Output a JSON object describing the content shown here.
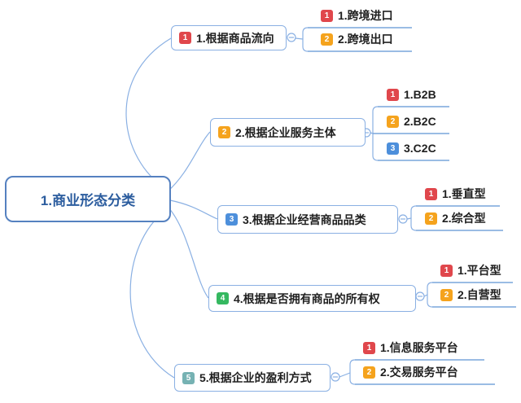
{
  "root": {
    "label": "1.商业形态分类"
  },
  "branches": [
    {
      "badge": "1",
      "label": "1.根据商品流向",
      "children": [
        {
          "badge": "1",
          "label": "1.跨境进口"
        },
        {
          "badge": "2",
          "label": "2.跨境出口"
        }
      ]
    },
    {
      "badge": "2",
      "label": "2.根据企业服务主体",
      "children": [
        {
          "badge": "1",
          "label": "1.B2B"
        },
        {
          "badge": "2",
          "label": "2.B2C"
        },
        {
          "badge": "3",
          "label": "3.C2C"
        }
      ]
    },
    {
      "badge": "3",
      "label": "3.根据企业经营商品品类",
      "children": [
        {
          "badge": "1",
          "label": "1.垂直型"
        },
        {
          "badge": "2",
          "label": "2.综合型"
        }
      ]
    },
    {
      "badge": "4",
      "label": "4.根据是否拥有商品的所有权",
      "children": [
        {
          "badge": "1",
          "label": "1.平台型"
        },
        {
          "badge": "2",
          "label": "2.自营型"
        }
      ]
    },
    {
      "badge": "5",
      "label": "5.根据企业的盈利方式",
      "children": [
        {
          "badge": "1",
          "label": "1.信息服务平台"
        },
        {
          "badge": "2",
          "label": "2.交易服务平台"
        }
      ]
    }
  ],
  "colors": {
    "badge_red": "#e0474c",
    "badge_yellow": "#f5a31d",
    "badge_blue": "#4d8fdb",
    "badge_green": "#35b860",
    "badge_teal": "#76b2b3",
    "line_blue": "#8ab0e3",
    "underline_blue": "#79a5dc",
    "root_border": "#5581c0",
    "root_text": "#2b5c9e",
    "node_text": "#1f1f1f"
  },
  "icons": {
    "collapse": "collapse-minus-icon"
  }
}
